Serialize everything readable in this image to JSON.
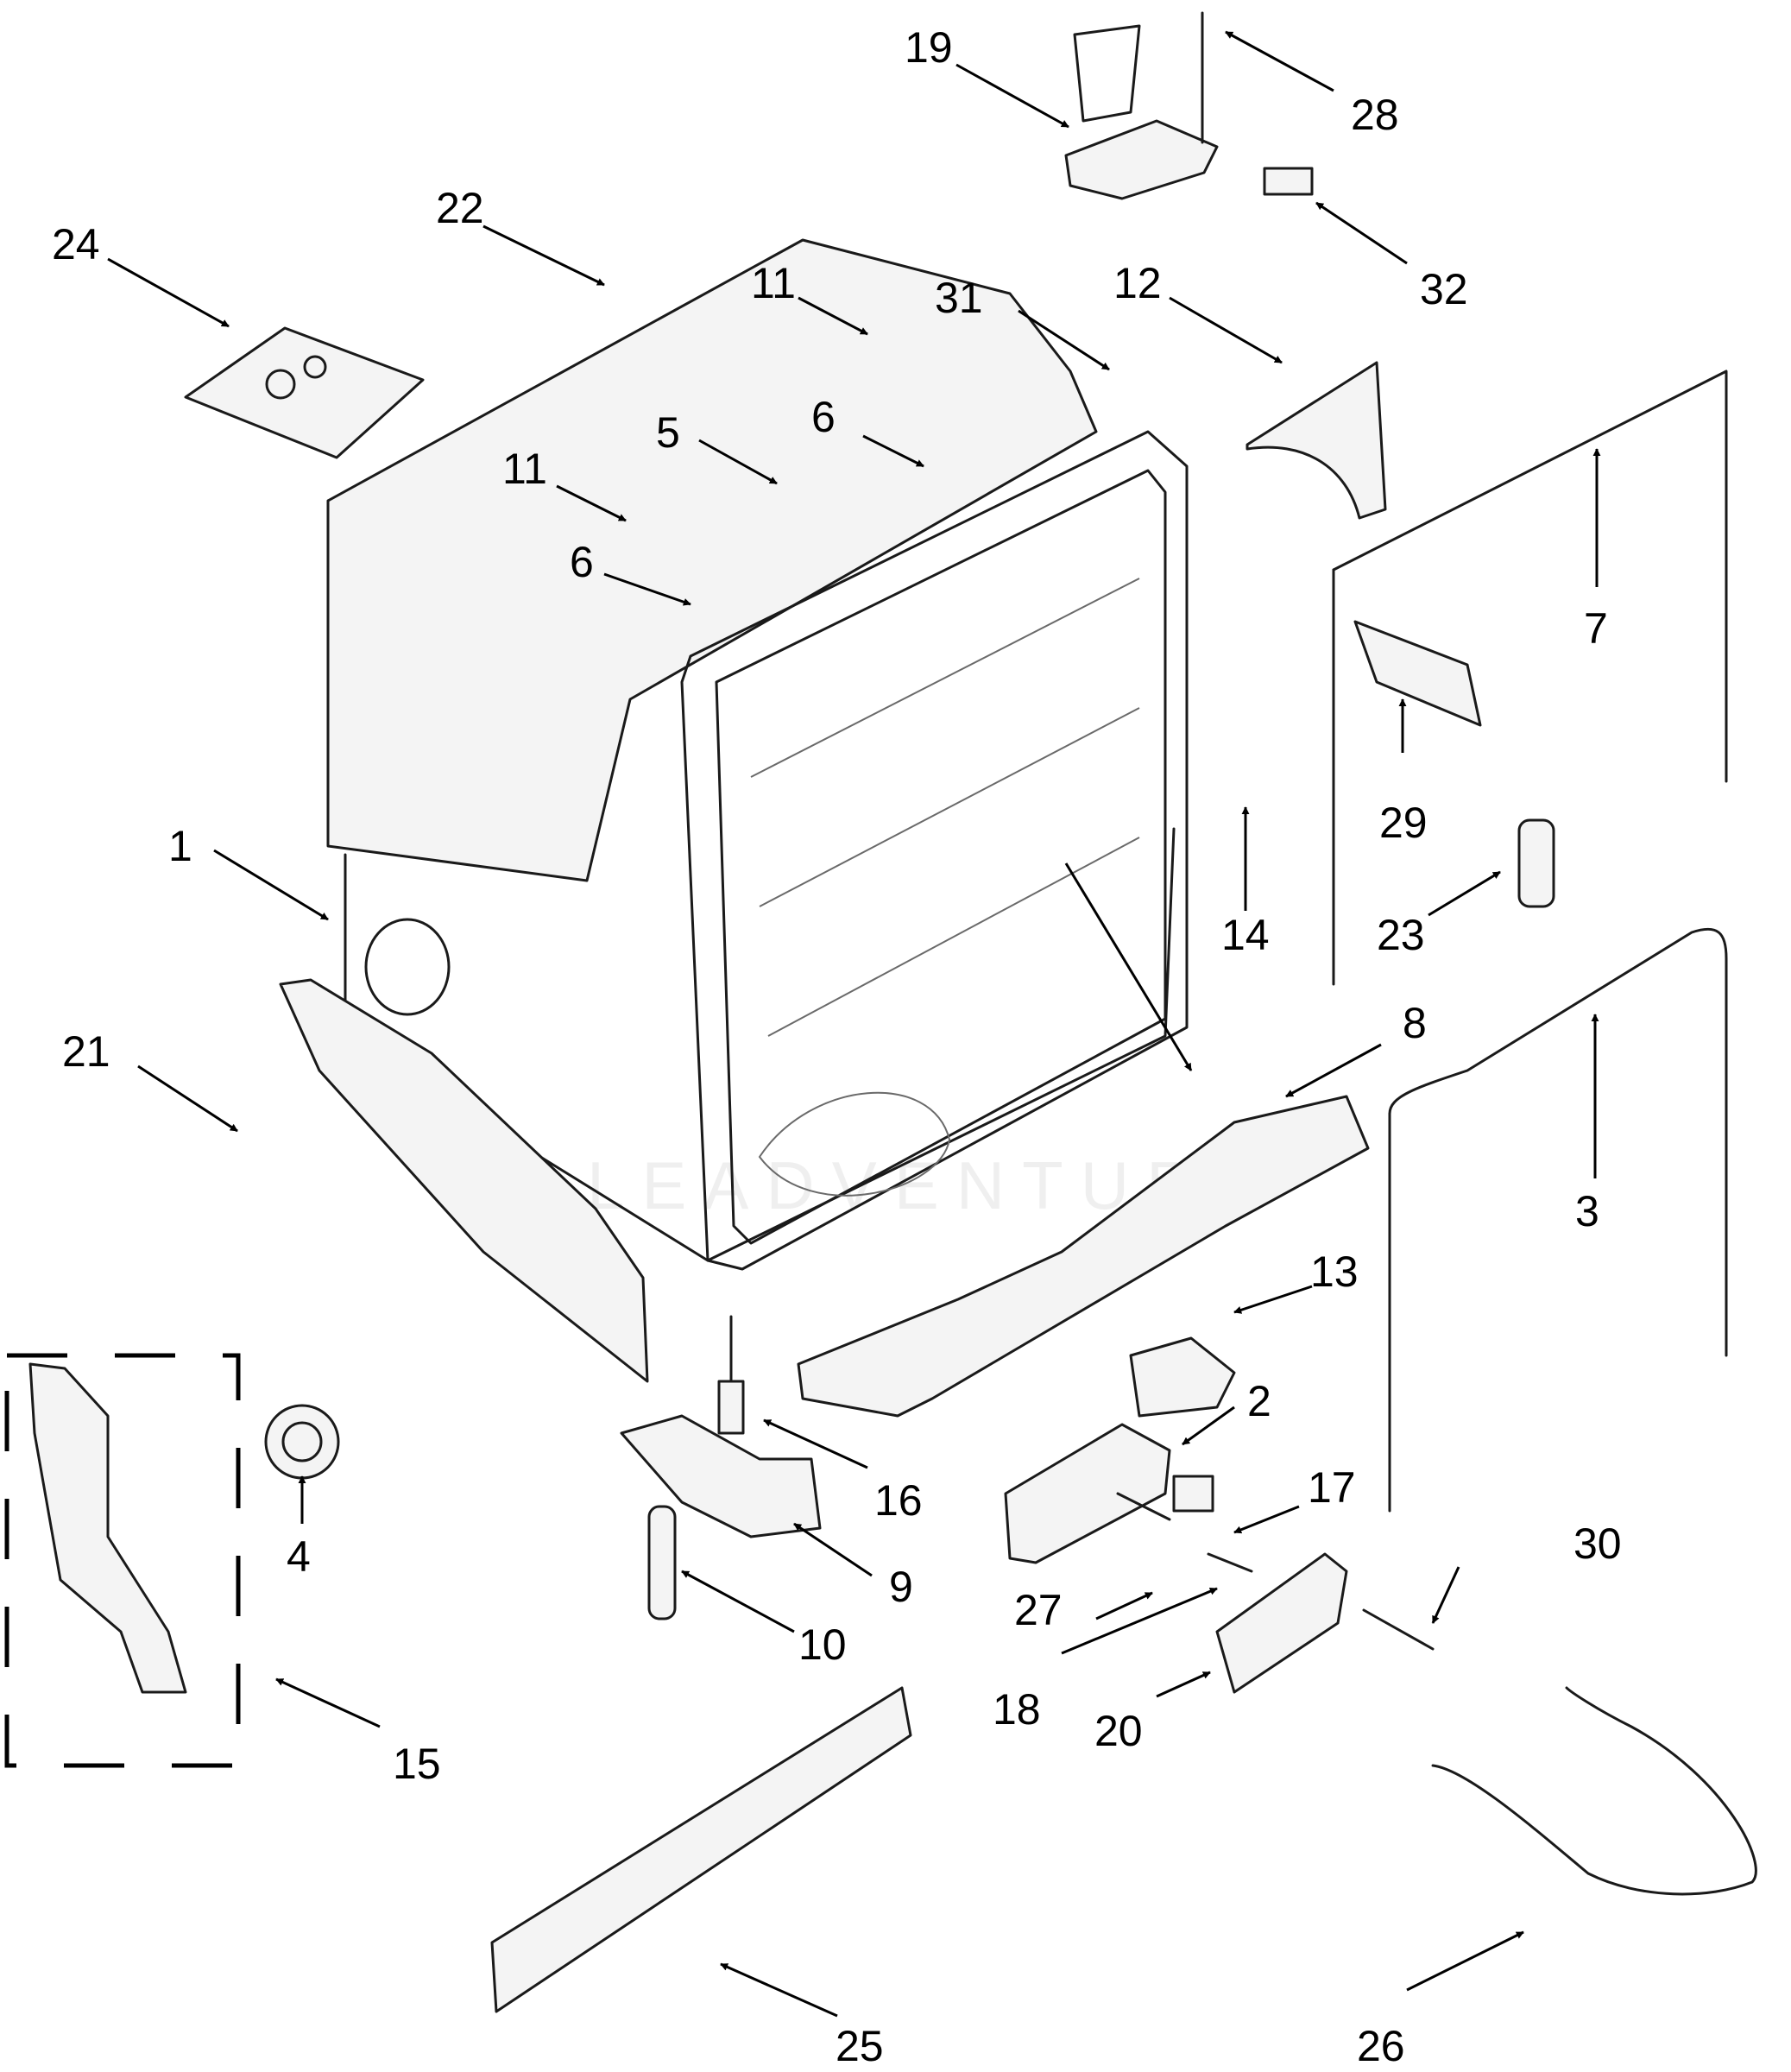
{
  "diagram": {
    "watermark": "LEADVENTURE",
    "callouts": [
      {
        "id": "1",
        "label": "1"
      },
      {
        "id": "2",
        "label": "2"
      },
      {
        "id": "3",
        "label": "3"
      },
      {
        "id": "4",
        "label": "4"
      },
      {
        "id": "5",
        "label": "5"
      },
      {
        "id": "6a",
        "label": "6"
      },
      {
        "id": "6b",
        "label": "6"
      },
      {
        "id": "7",
        "label": "7"
      },
      {
        "id": "8",
        "label": "8"
      },
      {
        "id": "9",
        "label": "9"
      },
      {
        "id": "10",
        "label": "10"
      },
      {
        "id": "11a",
        "label": "11"
      },
      {
        "id": "11b",
        "label": "11"
      },
      {
        "id": "12",
        "label": "12"
      },
      {
        "id": "13",
        "label": "13"
      },
      {
        "id": "14",
        "label": "14"
      },
      {
        "id": "15",
        "label": "15"
      },
      {
        "id": "16",
        "label": "16"
      },
      {
        "id": "17",
        "label": "17"
      },
      {
        "id": "18",
        "label": "18"
      },
      {
        "id": "19",
        "label": "19"
      },
      {
        "id": "20",
        "label": "20"
      },
      {
        "id": "21",
        "label": "21"
      },
      {
        "id": "22",
        "label": "22"
      },
      {
        "id": "23",
        "label": "23"
      },
      {
        "id": "24",
        "label": "24"
      },
      {
        "id": "25",
        "label": "25"
      },
      {
        "id": "26",
        "label": "26"
      },
      {
        "id": "27",
        "label": "27"
      },
      {
        "id": "28",
        "label": "28"
      },
      {
        "id": "29",
        "label": "29"
      },
      {
        "id": "30",
        "label": "30"
      },
      {
        "id": "31",
        "label": "31"
      },
      {
        "id": "32",
        "label": "32"
      }
    ]
  }
}
